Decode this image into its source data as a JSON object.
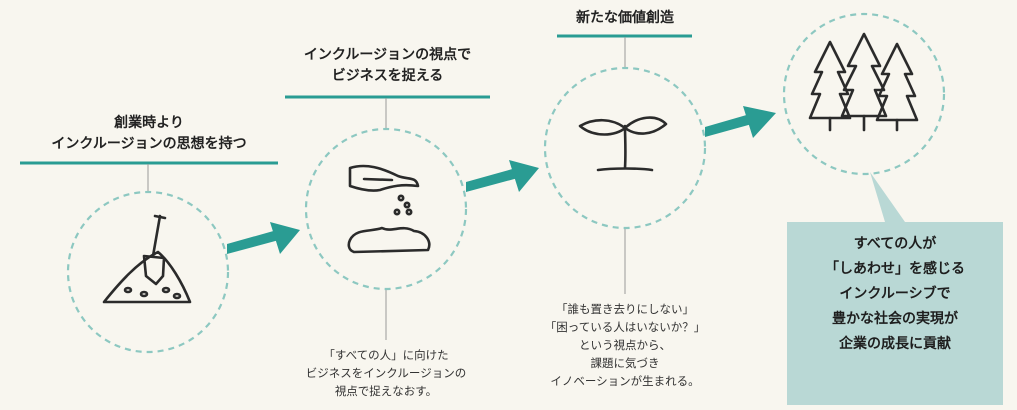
{
  "steps": [
    {
      "title": "創業時より\nインクルージョンの思想を持つ",
      "caption": "",
      "icon": "shovel-soil-icon"
    },
    {
      "title": "インクルージョンの視点で\nビジネスを捉える",
      "caption": "「すべての人」に向けた\nビジネスをインクルージョンの\n視点で捉えなおす。",
      "icon": "hand-sowing-seeds-icon"
    },
    {
      "title": "新たな価値創造",
      "caption": "「誰も置き去りにしない」\n「困っている人はいないか？」\nという視点から、\n課題に気づき\nイノベーションが生まれる。",
      "icon": "sprout-icon"
    },
    {
      "title": "",
      "caption": "",
      "icon": "trees-icon"
    }
  ],
  "callout": {
    "text": "すべての人が\n「しあわせ」を感じる\nインクルーシブで\n豊かな社会の実現が\n企業の成長に貢献"
  },
  "colors": {
    "background": "#f8f6ef",
    "teal": "#2a9c93",
    "dashed_circle": "#8dc8c1",
    "callout_fill": "#b9d8d5",
    "ink": "#2b2b2b"
  }
}
